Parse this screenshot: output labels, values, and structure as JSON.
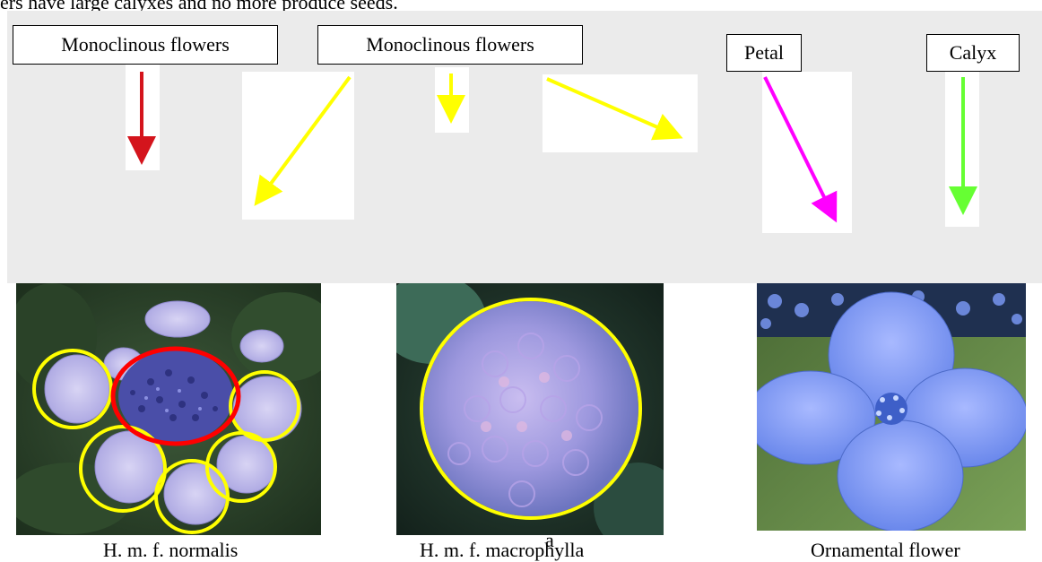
{
  "intro_text": "ers have large calyxes and no more produce seeds.",
  "labels": {
    "monoclinous_1": "Monoclinous flowers",
    "monoclinous_2": "Monoclinous flowers",
    "petal": "Petal",
    "calyx": "Calyx"
  },
  "captions": {
    "normalis": "H. m. f. normalis",
    "macrophylla": "H. m. f. macrophylla",
    "ornamental": "Ornamental flower"
  },
  "subfigure_letter": "a",
  "colors": {
    "red_arrow": "#d4141c",
    "yellow_arrow": "#ffff00",
    "magenta_arrow": "#ff00ff",
    "green_arrow": "#66ff33",
    "circle_yellow": "#ffff00",
    "circle_red": "#ff0000",
    "panel_bg": "#ebebeb"
  }
}
